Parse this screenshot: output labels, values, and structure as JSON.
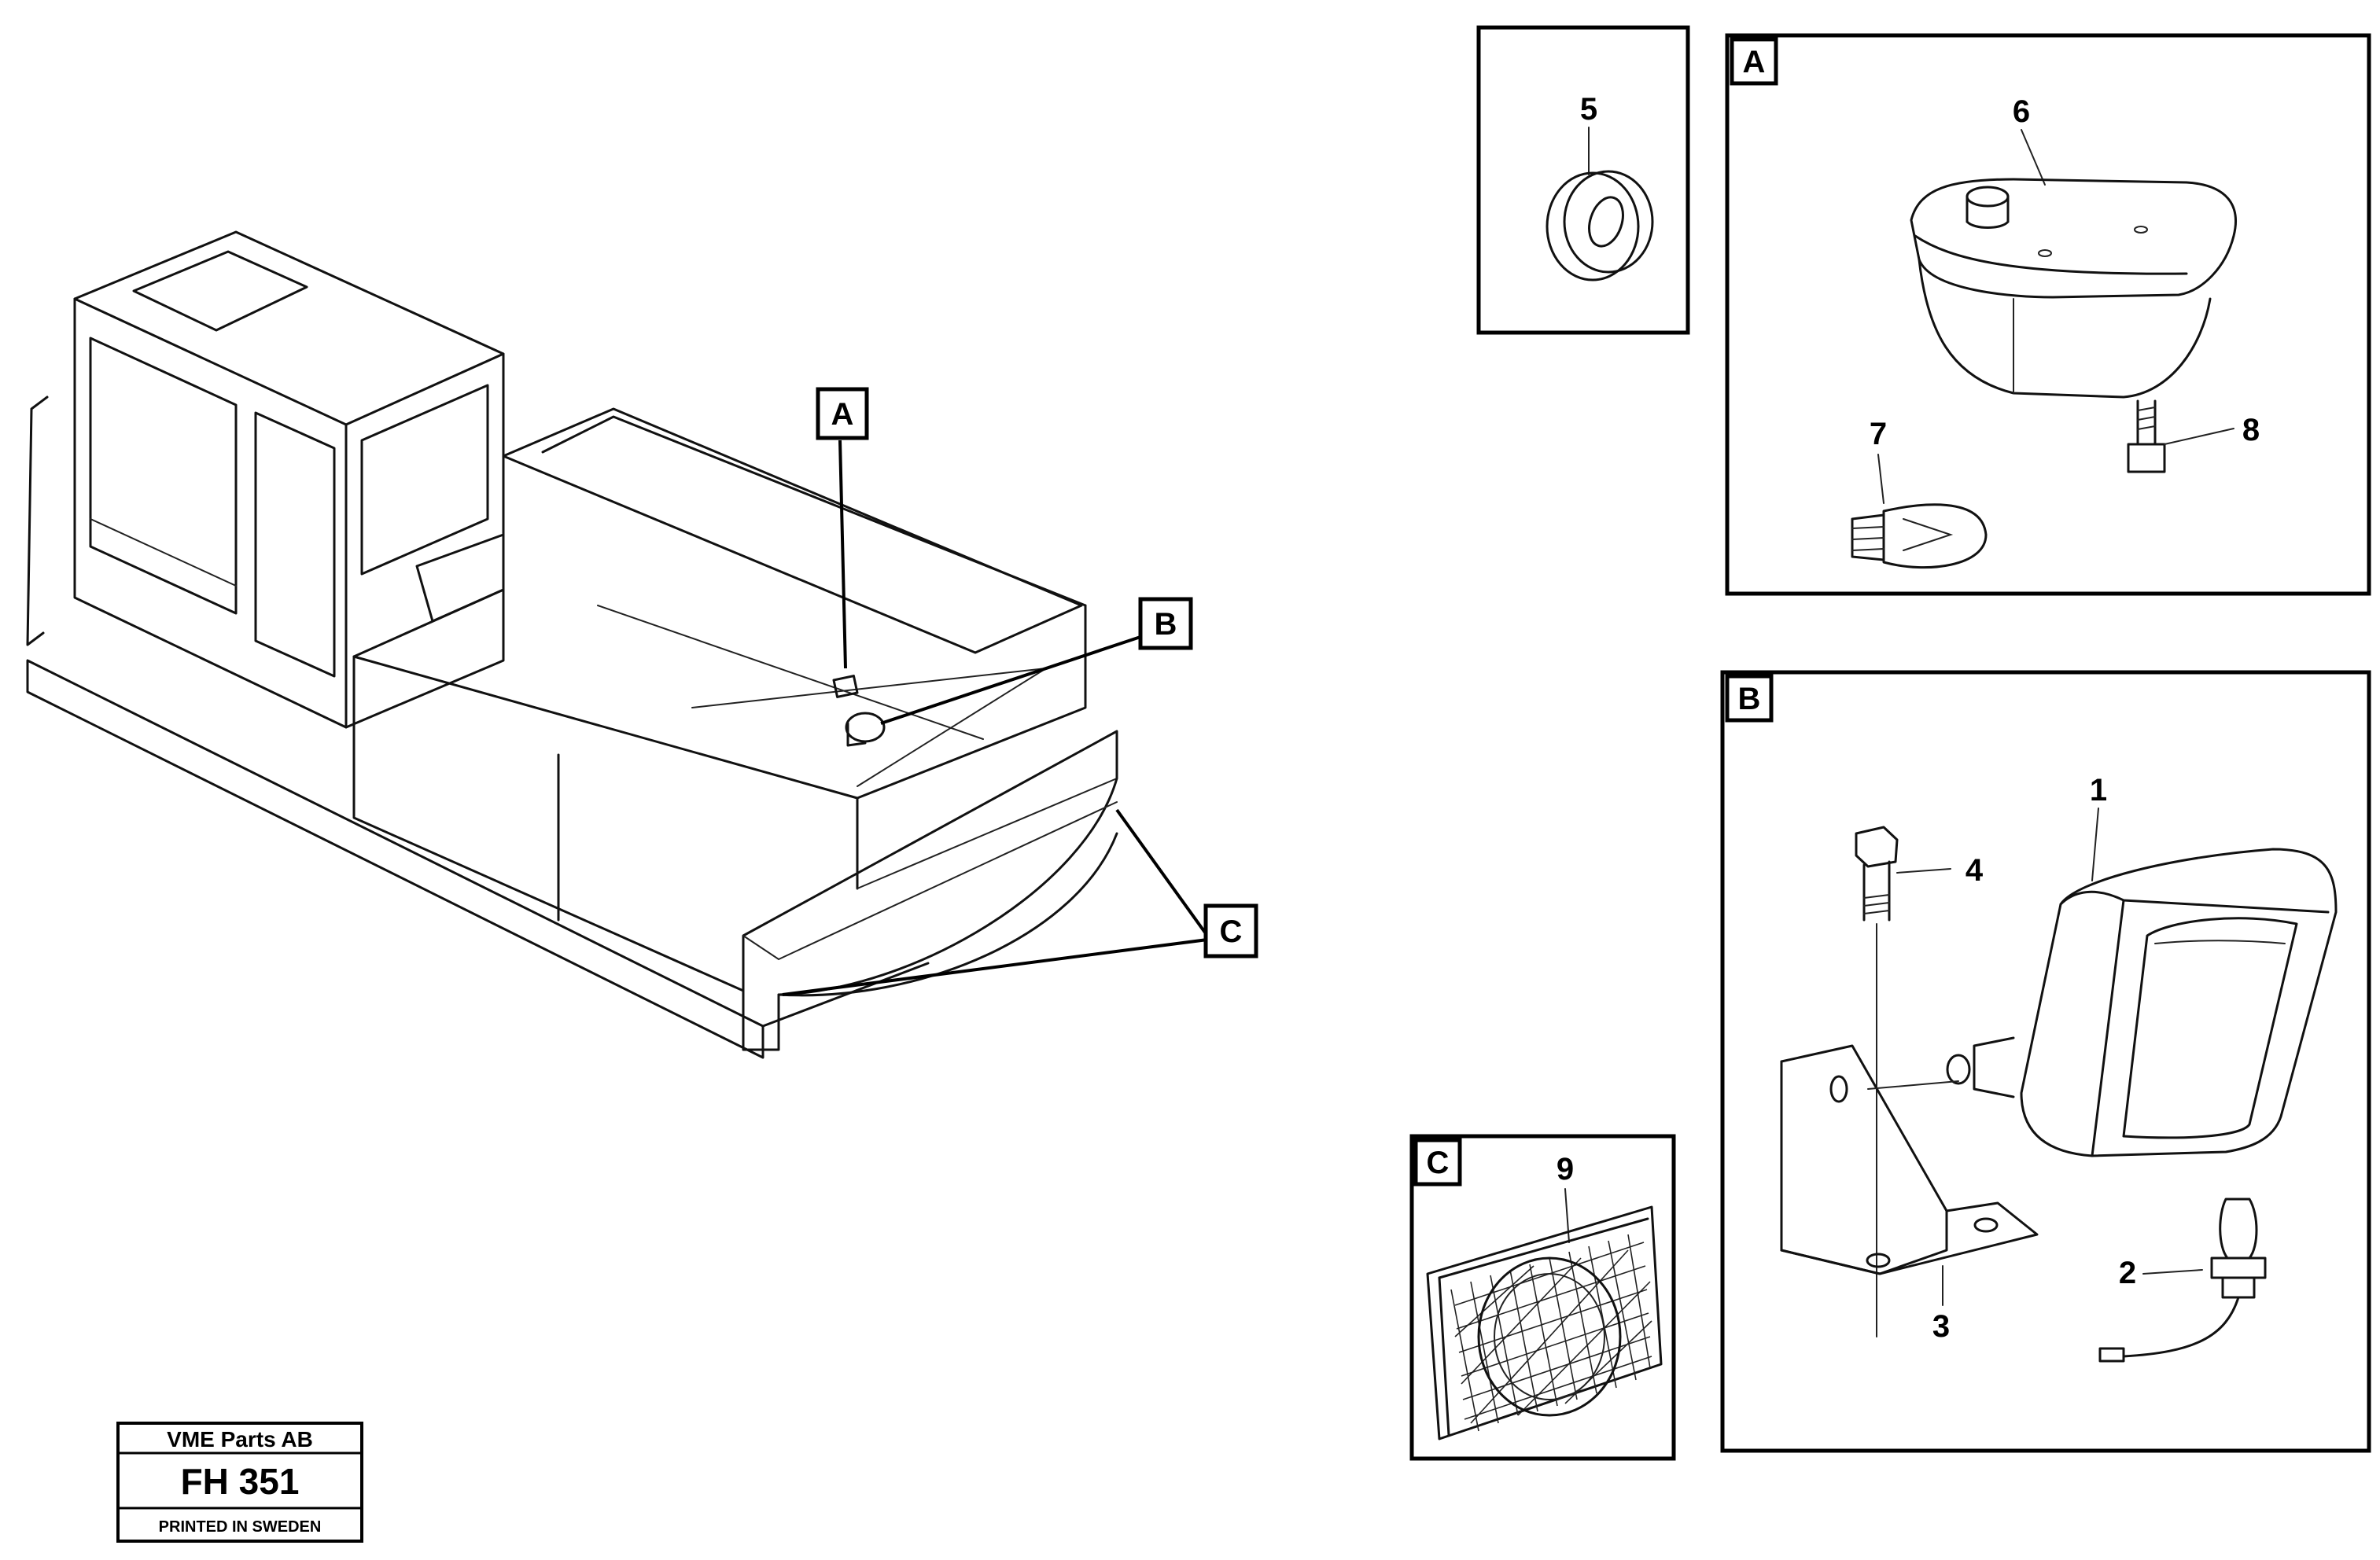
{
  "callouts": {
    "main_a": "A",
    "main_b": "B",
    "main_c": "C",
    "panel_a": "A",
    "panel_b": "B",
    "panel_c": "C"
  },
  "part_numbers": {
    "p1": "1",
    "p2": "2",
    "p3": "3",
    "p4": "4",
    "p5": "5",
    "p6": "6",
    "p7": "7",
    "p8": "8",
    "p9": "9"
  },
  "title_block": {
    "company": "VME Parts AB",
    "code": "FH 351",
    "printed": "PRINTED IN SWEDEN"
  }
}
